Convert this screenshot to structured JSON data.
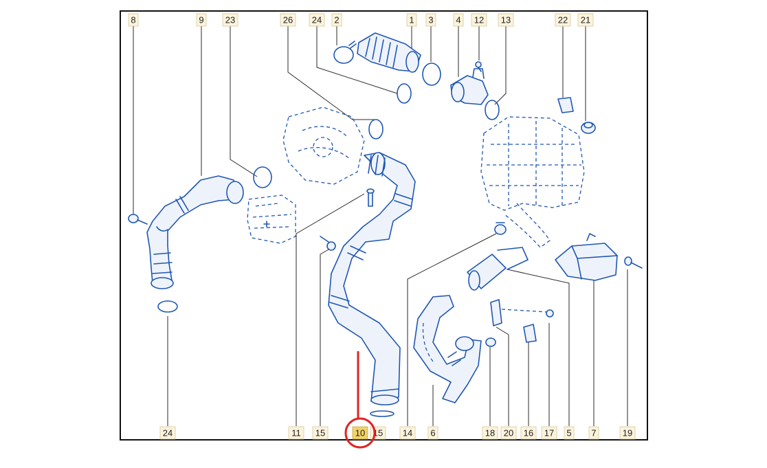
{
  "diagram": {
    "callouts": [
      {
        "id": "8",
        "text": "8"
      },
      {
        "id": "9",
        "text": "9"
      },
      {
        "id": "23",
        "text": "23"
      },
      {
        "id": "26",
        "text": "26"
      },
      {
        "id": "24t",
        "text": "24"
      },
      {
        "id": "2",
        "text": "2"
      },
      {
        "id": "1",
        "text": "1"
      },
      {
        "id": "3",
        "text": "3"
      },
      {
        "id": "4",
        "text": "4"
      },
      {
        "id": "12",
        "text": "12"
      },
      {
        "id": "13",
        "text": "13"
      },
      {
        "id": "22",
        "text": "22"
      },
      {
        "id": "21",
        "text": "21"
      },
      {
        "id": "24b",
        "text": "24"
      },
      {
        "id": "11",
        "text": "11"
      },
      {
        "id": "15a",
        "text": "15"
      },
      {
        "id": "10",
        "text": "10"
      },
      {
        "id": "15b",
        "text": "15"
      },
      {
        "id": "14",
        "text": "14"
      },
      {
        "id": "6",
        "text": "6"
      },
      {
        "id": "18",
        "text": "18"
      },
      {
        "id": "20",
        "text": "20"
      },
      {
        "id": "16",
        "text": "16"
      },
      {
        "id": "17",
        "text": "17"
      },
      {
        "id": "5",
        "text": "5"
      },
      {
        "id": "7",
        "text": "7"
      },
      {
        "id": "19",
        "text": "19"
      }
    ],
    "highlighted_callout": "10",
    "colors": {
      "part_line": "#1f56b3",
      "highlight_box": "#f1d36a",
      "marker": "#e02424"
    }
  }
}
